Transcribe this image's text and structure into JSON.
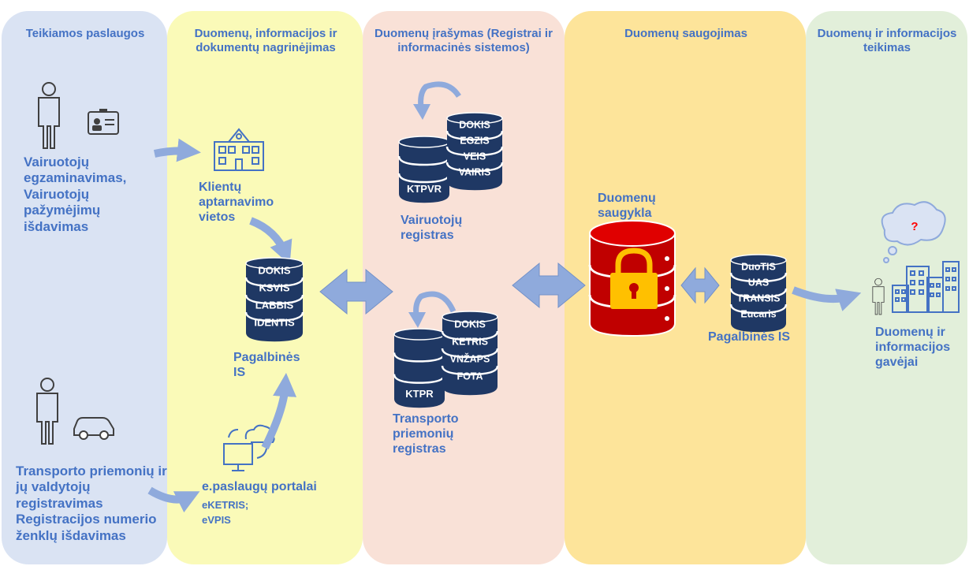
{
  "columns": {
    "services": "Teikiamos paslaugos",
    "analysis": "Duomenų, informacijos ir dokumentų nagrinėjimas",
    "recording": "Duomenų įrašymas (Registrai ir informacinės sistemos)",
    "storage": "Duomenų saugojimas",
    "provision": "Duomenų ir informacijos teikimas"
  },
  "services": {
    "driver_service": "Vairuotojų egzaminavimas, Vairuotojų pažymėjimų išdavimas",
    "vehicle_service": "Transporto priemonių ir jų valdytojų registravimas Registracijos numerio ženklų išdavimas"
  },
  "analysis": {
    "service_points": "Klientų aptarnavimo vietos",
    "aux_is_label": "Pagalbinės IS",
    "aux_is_items": [
      "DOKIS",
      "KSVIS",
      "LABBIS",
      "IDENTIS"
    ],
    "eportal_title": "e.paslaugų portalai",
    "eportal_items": "eKETRIS; eVPIS"
  },
  "recording": {
    "driver_register": {
      "label": "Vairuotojų registras",
      "main_db": "KTPVR",
      "items": [
        "DOKIS",
        "EGZIS",
        "VEIS",
        "VAIRIS"
      ]
    },
    "vehicle_register": {
      "label": "Transporto priemonių registras",
      "main_db": "KTPR",
      "items": [
        "DOKIS",
        "KETRIS",
        "VNŽAPS",
        "FOTA"
      ]
    }
  },
  "storage": {
    "repository_label": "Duomenų saugykla",
    "aux_is_label": "Pagalbinės IS",
    "aux_is_items": [
      "DuoTIS",
      "UAS",
      "TRANSIS",
      "Eucaris"
    ]
  },
  "provision": {
    "recipients": "Duomenų ir informacijos gavėjai",
    "question_mark": "?"
  },
  "colors": {
    "services_bg": "#dae3f3",
    "analysis_bg": "#fafab8",
    "recording_bg": "#f9e1d7",
    "storage_bg": "#fde49a",
    "provision_bg": "#e2efda",
    "text": "#4472c4",
    "db": "#1f3864",
    "arrow": "#8faadc",
    "vault": "#c00000",
    "lock": "#ffc000"
  }
}
